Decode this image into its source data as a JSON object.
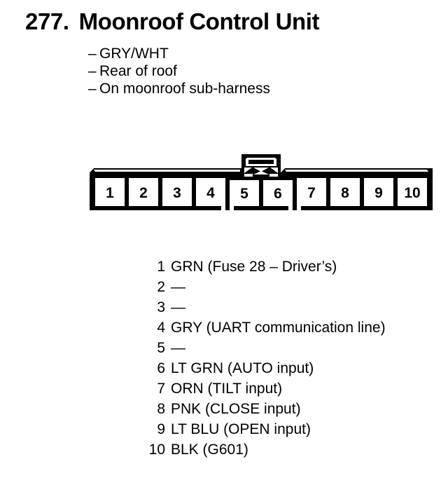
{
  "heading": {
    "number": "277.",
    "title": "Moonroof Control Unit"
  },
  "subtitles": [
    {
      "dash": "–",
      "text": "GRY/WHT"
    },
    {
      "dash": "–",
      "text": "Rear of roof"
    },
    {
      "dash": "–",
      "text": "On moonroof sub-harness"
    }
  ],
  "connector": {
    "type": "10-pin-connector-face-view",
    "latch_label": "latch-tab",
    "cells": [
      {
        "label": "1"
      },
      {
        "label": "2"
      },
      {
        "label": "3"
      },
      {
        "label": "4"
      },
      {
        "label": "5"
      },
      {
        "label": "6"
      },
      {
        "label": "7"
      },
      {
        "label": "8"
      },
      {
        "label": "9"
      },
      {
        "label": "10"
      }
    ]
  },
  "pins": [
    {
      "number": "1",
      "description": "GRN (Fuse 28 – Driver’s)"
    },
    {
      "number": "2",
      "description": "—"
    },
    {
      "number": "3",
      "description": "—"
    },
    {
      "number": "4",
      "description": "GRY (UART communication line)"
    },
    {
      "number": "5",
      "description": "—"
    },
    {
      "number": "6",
      "description": "LT GRN (AUTO input)"
    },
    {
      "number": "7",
      "description": "ORN (TILT input)"
    },
    {
      "number": "8",
      "description": "PNK (CLOSE input)"
    },
    {
      "number": "9",
      "description": "LT BLU (OPEN input)"
    },
    {
      "number": "10",
      "description": "BLK (G601)"
    }
  ],
  "colors": {
    "ink": "#000000",
    "paper": "#ffffff"
  }
}
